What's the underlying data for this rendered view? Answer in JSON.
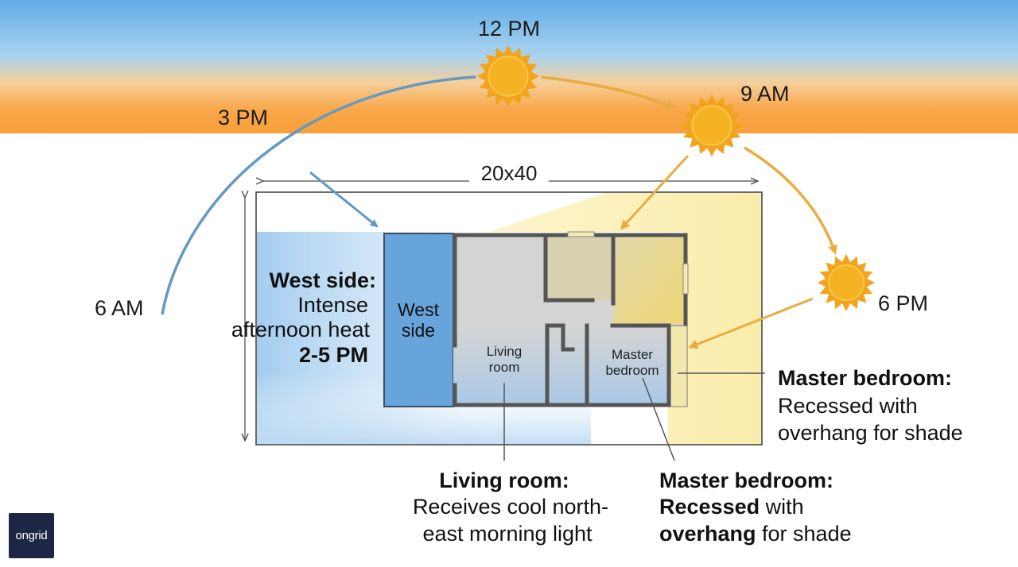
{
  "sun_times": {
    "noon": "12 PM",
    "nine": "9 AM",
    "three": "3 PM",
    "six_am": "6 AM",
    "six_pm": "6 PM"
  },
  "dimension": "20x40",
  "rooms": {
    "west_side_1": "West",
    "west_side_2": "side",
    "living_1": "Living",
    "living_2": "room",
    "master_1": "Master",
    "master_2": "bedroom"
  },
  "west_callout": {
    "title": "West side:",
    "line1": "Intense",
    "line2": "afternoon heat",
    "line3": "2-5 PM"
  },
  "right_callout": {
    "title": "Master bedroom:",
    "line1": "Recessed with",
    "line2": "overhang for shade"
  },
  "living_callout": {
    "title": "Living room:",
    "line1": "Receives cool north-",
    "line2": "east morning light"
  },
  "bottom_master_callout": {
    "title": "Master bedroom:",
    "line2_bold": "Recessed",
    "line2_rest": " with",
    "line3_bold": "overhang",
    "line3_rest": " for shade"
  },
  "logo": "ongrid",
  "colors": {
    "sun": "#f5b324",
    "sun_arrow": "#e9ab3f",
    "cool_arrow": "#5e98c4",
    "west_band": "#67a4dc",
    "sky_top": "#64ade6",
    "sky_bottom": "#f8a03a"
  }
}
